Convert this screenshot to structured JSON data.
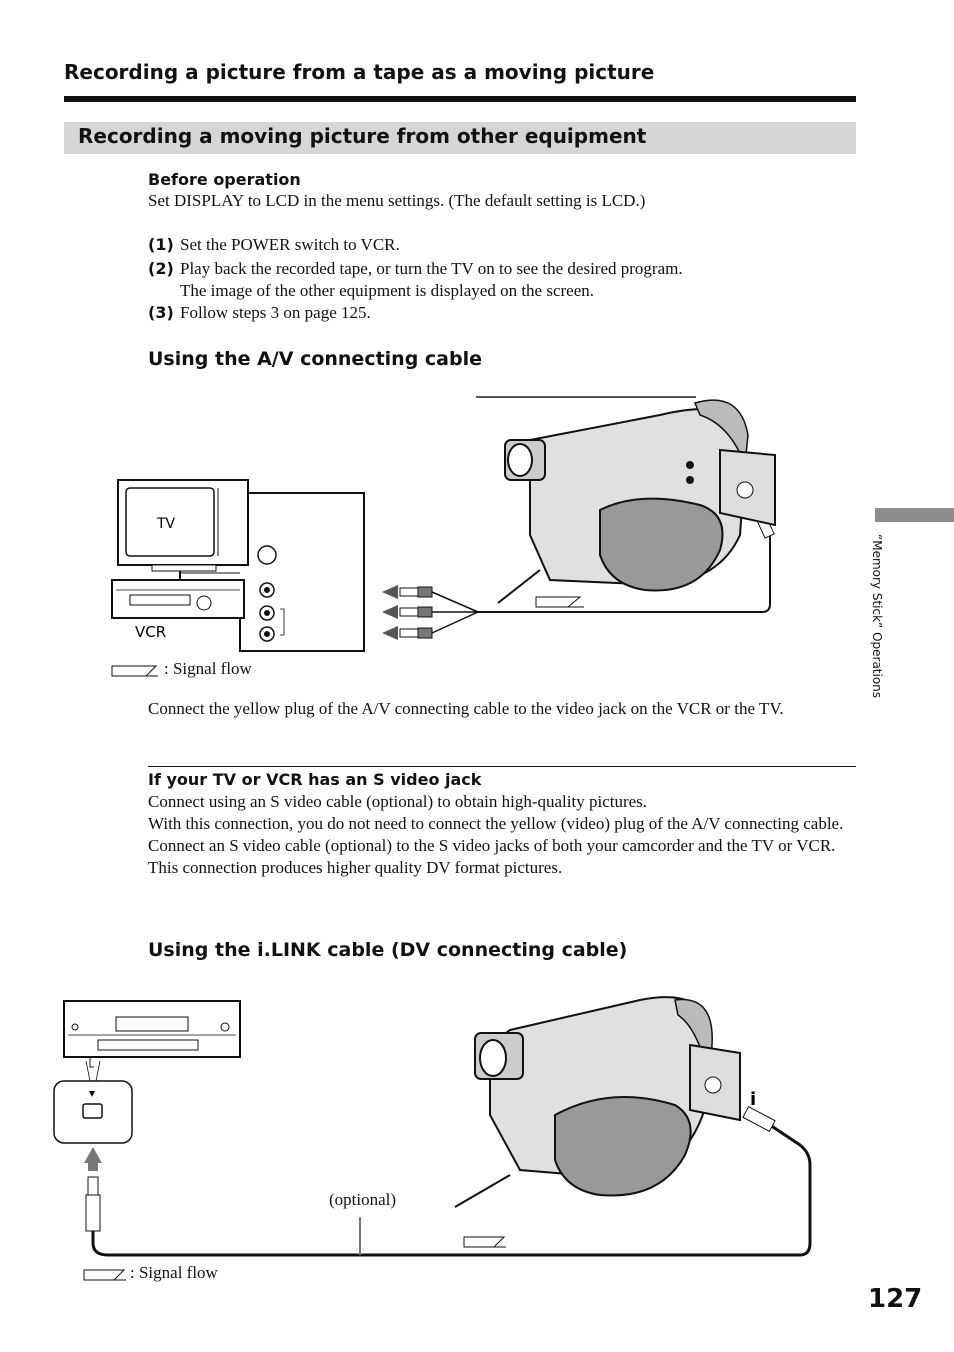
{
  "header": {
    "title": "Recording a picture from a tape as a moving picture",
    "section": "Recording a moving picture from other equipment"
  },
  "before_operation": {
    "label": "Before operation",
    "text": "Set DISPLAY to LCD in the menu settings. (The default setting is LCD.)"
  },
  "steps": [
    {
      "num": "(1)",
      "text": "Set the POWER switch to VCR."
    },
    {
      "num": "(2)",
      "text": "Play back the recorded tape, or turn the TV on to see the desired program.",
      "text2": "The image of the other equipment is displayed on the screen."
    },
    {
      "num": "(3)",
      "text": "Follow steps 3 on page 125."
    }
  ],
  "av_section": {
    "heading": "Using the A/V connecting cable",
    "tv_label": "TV",
    "vcr_label": "VCR",
    "legend": ": Signal flow",
    "description": "Connect the yellow plug of the A/V connecting cable to the video jack on the VCR or the TV."
  },
  "svideo": {
    "heading": "If your TV or VCR has an S video jack",
    "lines": [
      "Connect using an S video cable (optional) to obtain high-quality pictures.",
      "With this connection, you do not need to connect the yellow (video) plug of the A/V connecting cable.",
      "Connect an S video cable (optional) to the S video jacks of both your camcorder and the TV or VCR.",
      "This connection produces higher quality DV format pictures."
    ]
  },
  "ilink_section": {
    "heading": "Using the i.LINK cable (DV connecting cable)",
    "optional_label": "(optional)",
    "legend": ": Signal flow"
  },
  "sidebar": {
    "label": "“Memory Stick” Operations"
  },
  "page_number": "127"
}
